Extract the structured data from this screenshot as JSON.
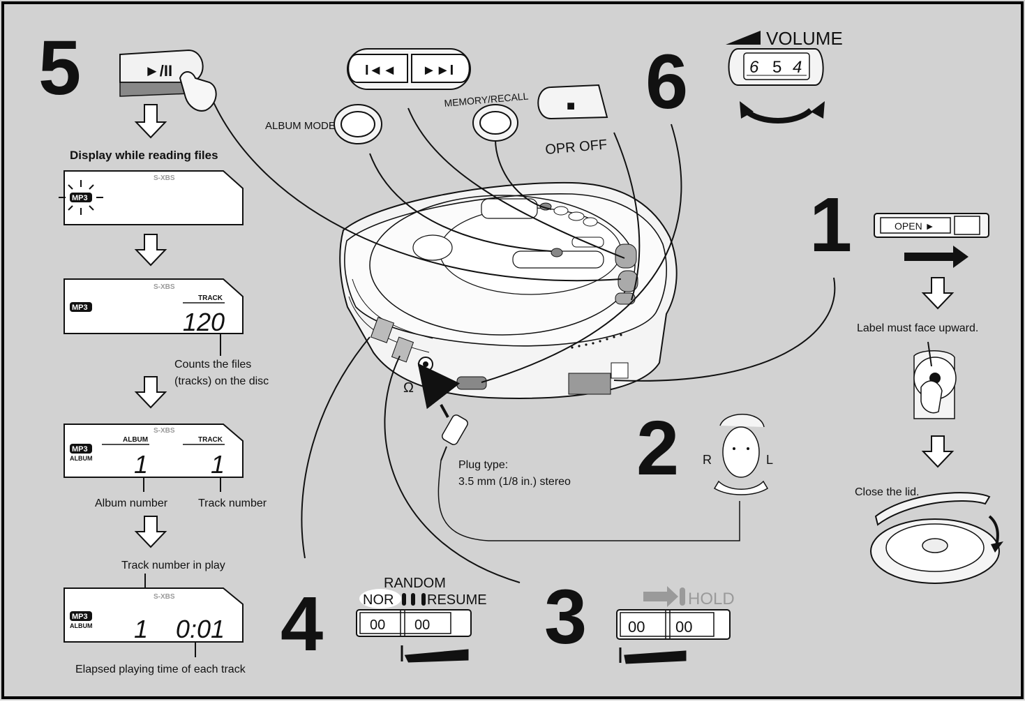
{
  "colors": {
    "background": "#d2d2d2",
    "frame": "#000000",
    "lcd": "#ffffff",
    "ink": "#111111",
    "faint": "#9a9a9a"
  },
  "steps": {
    "s1": "1",
    "s2": "2",
    "s3": "3",
    "s4": "4",
    "s5": "5",
    "s6": "6"
  },
  "buttons": {
    "play_pause": "►/II",
    "prev": "I◄◄",
    "next": "►►I",
    "stop": "■",
    "album_mode": "ALBUM MODE",
    "memory_recall": "MEMORY/RECALL",
    "opr_off": "OPR OFF",
    "volume": "VOLUME",
    "volume_dial": [
      "6",
      "5",
      "4"
    ],
    "open": "OPEN ►"
  },
  "display": {
    "heading": "Display while reading files",
    "sxbs": "S-XBS",
    "mp3": "MP3",
    "album_tag": "ALBUM",
    "track_label": "TRACK",
    "album_label": "ALBUM",
    "file_count": "120",
    "album_number": "1",
    "track_number": "1",
    "play_track": "1",
    "elapsed": "0:01",
    "captions": {
      "counts": "Counts the files",
      "counts2": "(tracks) on the disc",
      "album_number": "Album number",
      "track_number": "Track number",
      "track_in_play": "Track number in play",
      "elapsed": "Elapsed playing time of each track"
    }
  },
  "switches": {
    "random": "RANDOM",
    "nor": "NOR",
    "resume": "RESUME",
    "hold": "HOLD",
    "slider_marks": [
      "00",
      "00"
    ]
  },
  "headphones": {
    "plug_type": "Plug type:",
    "plug_spec": "3.5 mm (1/8 in.) stereo",
    "right": "R",
    "left": "L"
  },
  "disc": {
    "label_up": "Label must face upward.",
    "close_lid": "Close the lid."
  }
}
